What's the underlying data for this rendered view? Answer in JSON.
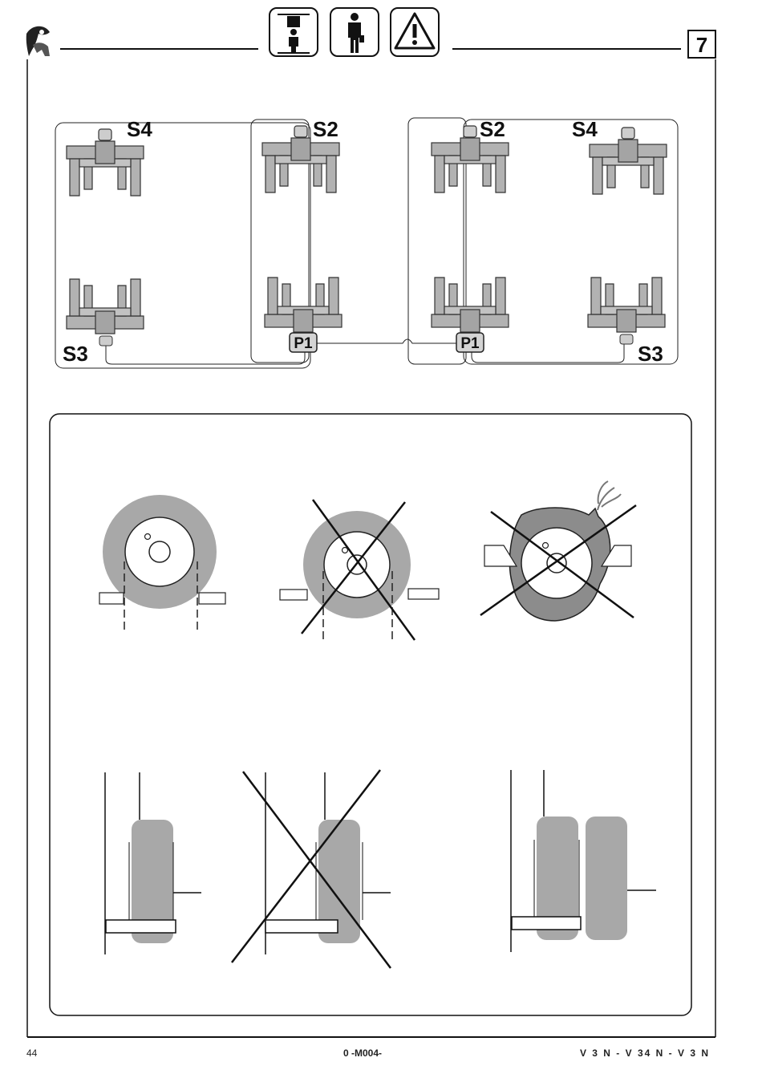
{
  "header": {
    "section_number": "7",
    "icons": [
      "brand-logo-icon",
      "lifting-load-icon",
      "operator-icon",
      "warning-triangle-icon"
    ]
  },
  "diagram_top": {
    "labels": {
      "s4_left": "S4",
      "s2_left": "S2",
      "s2_right": "S2",
      "s4_right": "S4",
      "s3_left": "S3",
      "s3_right": "S3",
      "p1_left": "P1",
      "p1_right": "P1"
    }
  },
  "diagram_bottom": {
    "panels": [
      "wheel-correct",
      "wheel-wrong-crossed",
      "wheel-damaged-crossed",
      "side-correct",
      "side-wrong-crossed",
      "side-twin-correct"
    ]
  },
  "footer": {
    "page_number": "44",
    "doc_code": "0    -M004-",
    "models": "V 3 N -  V 34 N -  V 3 N"
  }
}
